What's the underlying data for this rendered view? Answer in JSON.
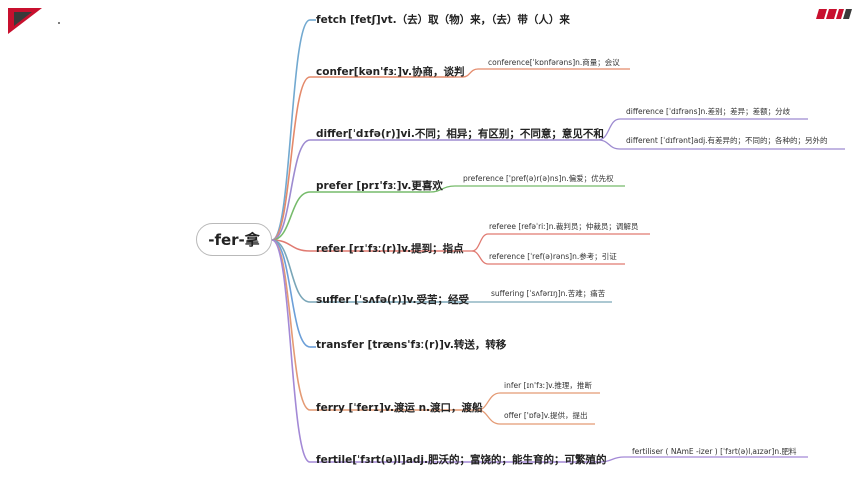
{
  "colors": {
    "c_fetch": "#72a9d0",
    "c_confer": "#e48a6b",
    "c_differ": "#9d8bd0",
    "c_prefer": "#76bb6b",
    "c_refer": "#e07a71",
    "c_suffer": "#7aa6b8",
    "c_transfer": "#6c9fd8",
    "c_ferry": "#e49a74",
    "c_fertile": "#a389d6",
    "logo": "#c8102e"
  },
  "root": {
    "label": "-fer-拿"
  },
  "branches": [
    {
      "key": "fetch",
      "text": "fetch [fetʃ]vt.（去）取（物）来，（去）带（人）来",
      "children": []
    },
    {
      "key": "confer",
      "text": "confer[kən'fɜː]v.协商，谈判",
      "children": [
        {
          "text": "conference[ˈkɒnfərəns]n.商量；会议"
        }
      ]
    },
    {
      "key": "differ",
      "text": "differ[ˈdɪfə(r)]vi.不同；相异；有区别；不同意；意见不和",
      "children": [
        {
          "text": "difference [ˈdɪfrəns]n.差别；差异；差额；分歧"
        },
        {
          "text": "different [ˈdɪfrənt]adj.有差异的；不同的；各种的；另外的"
        }
      ]
    },
    {
      "key": "prefer",
      "text": "prefer [prɪ'fɜː]v.更喜欢",
      "children": [
        {
          "text": "preference ['pref(ə)r(ə)ns]n.偏爱；优先权"
        }
      ]
    },
    {
      "key": "refer",
      "text": "refer [rɪˈfɜː(r)]v.提到；指点",
      "children": [
        {
          "text": "referee [refəˈriː]n.裁判员；仲裁员；调解员"
        },
        {
          "text": "reference [ˈref(ə)rəns]n.参考；引证"
        }
      ]
    },
    {
      "key": "suffer",
      "text": "suffer [ˈsʌfə(r)]v.受苦；经受",
      "children": [
        {
          "text": "suffering [ˈsʌfərɪŋ]n.苦难；痛苦"
        }
      ]
    },
    {
      "key": "transfer",
      "text": "transfer [træns'fɜː(r)]v.转送，转移",
      "children": []
    },
    {
      "key": "ferry",
      "text": "ferry [ˈferɪ]v.渡运 n.渡口，渡船",
      "children": [
        {
          "text": "infer [ɪn'fɜː]v.推理，推断"
        },
        {
          "text": "offer ['ɒfə]v.提供，提出"
        }
      ]
    },
    {
      "key": "fertile",
      "text": "fertile[ˈfɜrt(ə)l]adj.肥沃的；富饶的；能生育的；可繁殖的",
      "children": [
        {
          "text": "fertiliser ( NAmE -izer ) [ˈfɜrt(ə)lˌaɪzər]n.肥料"
        }
      ]
    }
  ]
}
